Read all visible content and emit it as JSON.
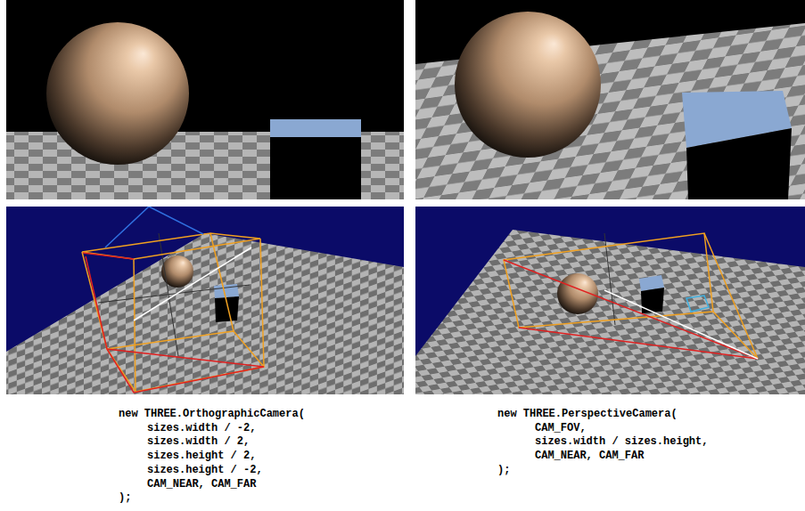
{
  "diagram": {
    "labels": [
      "new THREE.OrthographicCamera(",
      "sizes.width / -2,",
      "sizes.width / 2,",
      "sizes.height / 2,",
      "sizes.height / -2,",
      "CAM_NEAR, CAM_FAR",
      ");",
      "new THREE.PerspectiveCamera(",
      "CAM_FOV,",
      "sizes.width / sizes.height,",
      "CAM_NEAR, CAM_FAR",
      ");"
    ]
  }
}
